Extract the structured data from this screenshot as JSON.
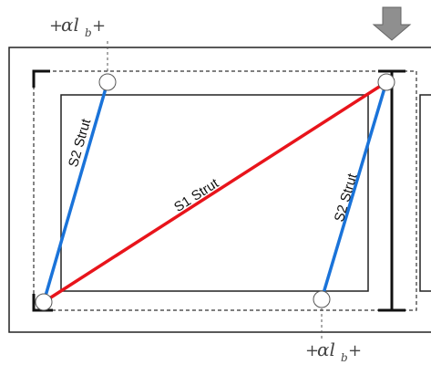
{
  "struts": {
    "s1_label": "S1 Strut",
    "s2_left_label": "S2 Strut",
    "s2_right_label": "S2 Strut"
  },
  "dimensions": {
    "top": {
      "tick": "+",
      "alpha": "αl",
      "sub": "b"
    },
    "bottom": {
      "tick": "+",
      "alpha": "αl",
      "sub": "b"
    }
  },
  "colors": {
    "s1_strut": "#e8141b",
    "s2_strut": "#1a73d9",
    "frame": "#222222",
    "dashed": "#333333",
    "load_arrow": "#8f8f8f"
  },
  "icons": {
    "load": "down-arrow-icon",
    "nodes": "circle-node-icon"
  }
}
